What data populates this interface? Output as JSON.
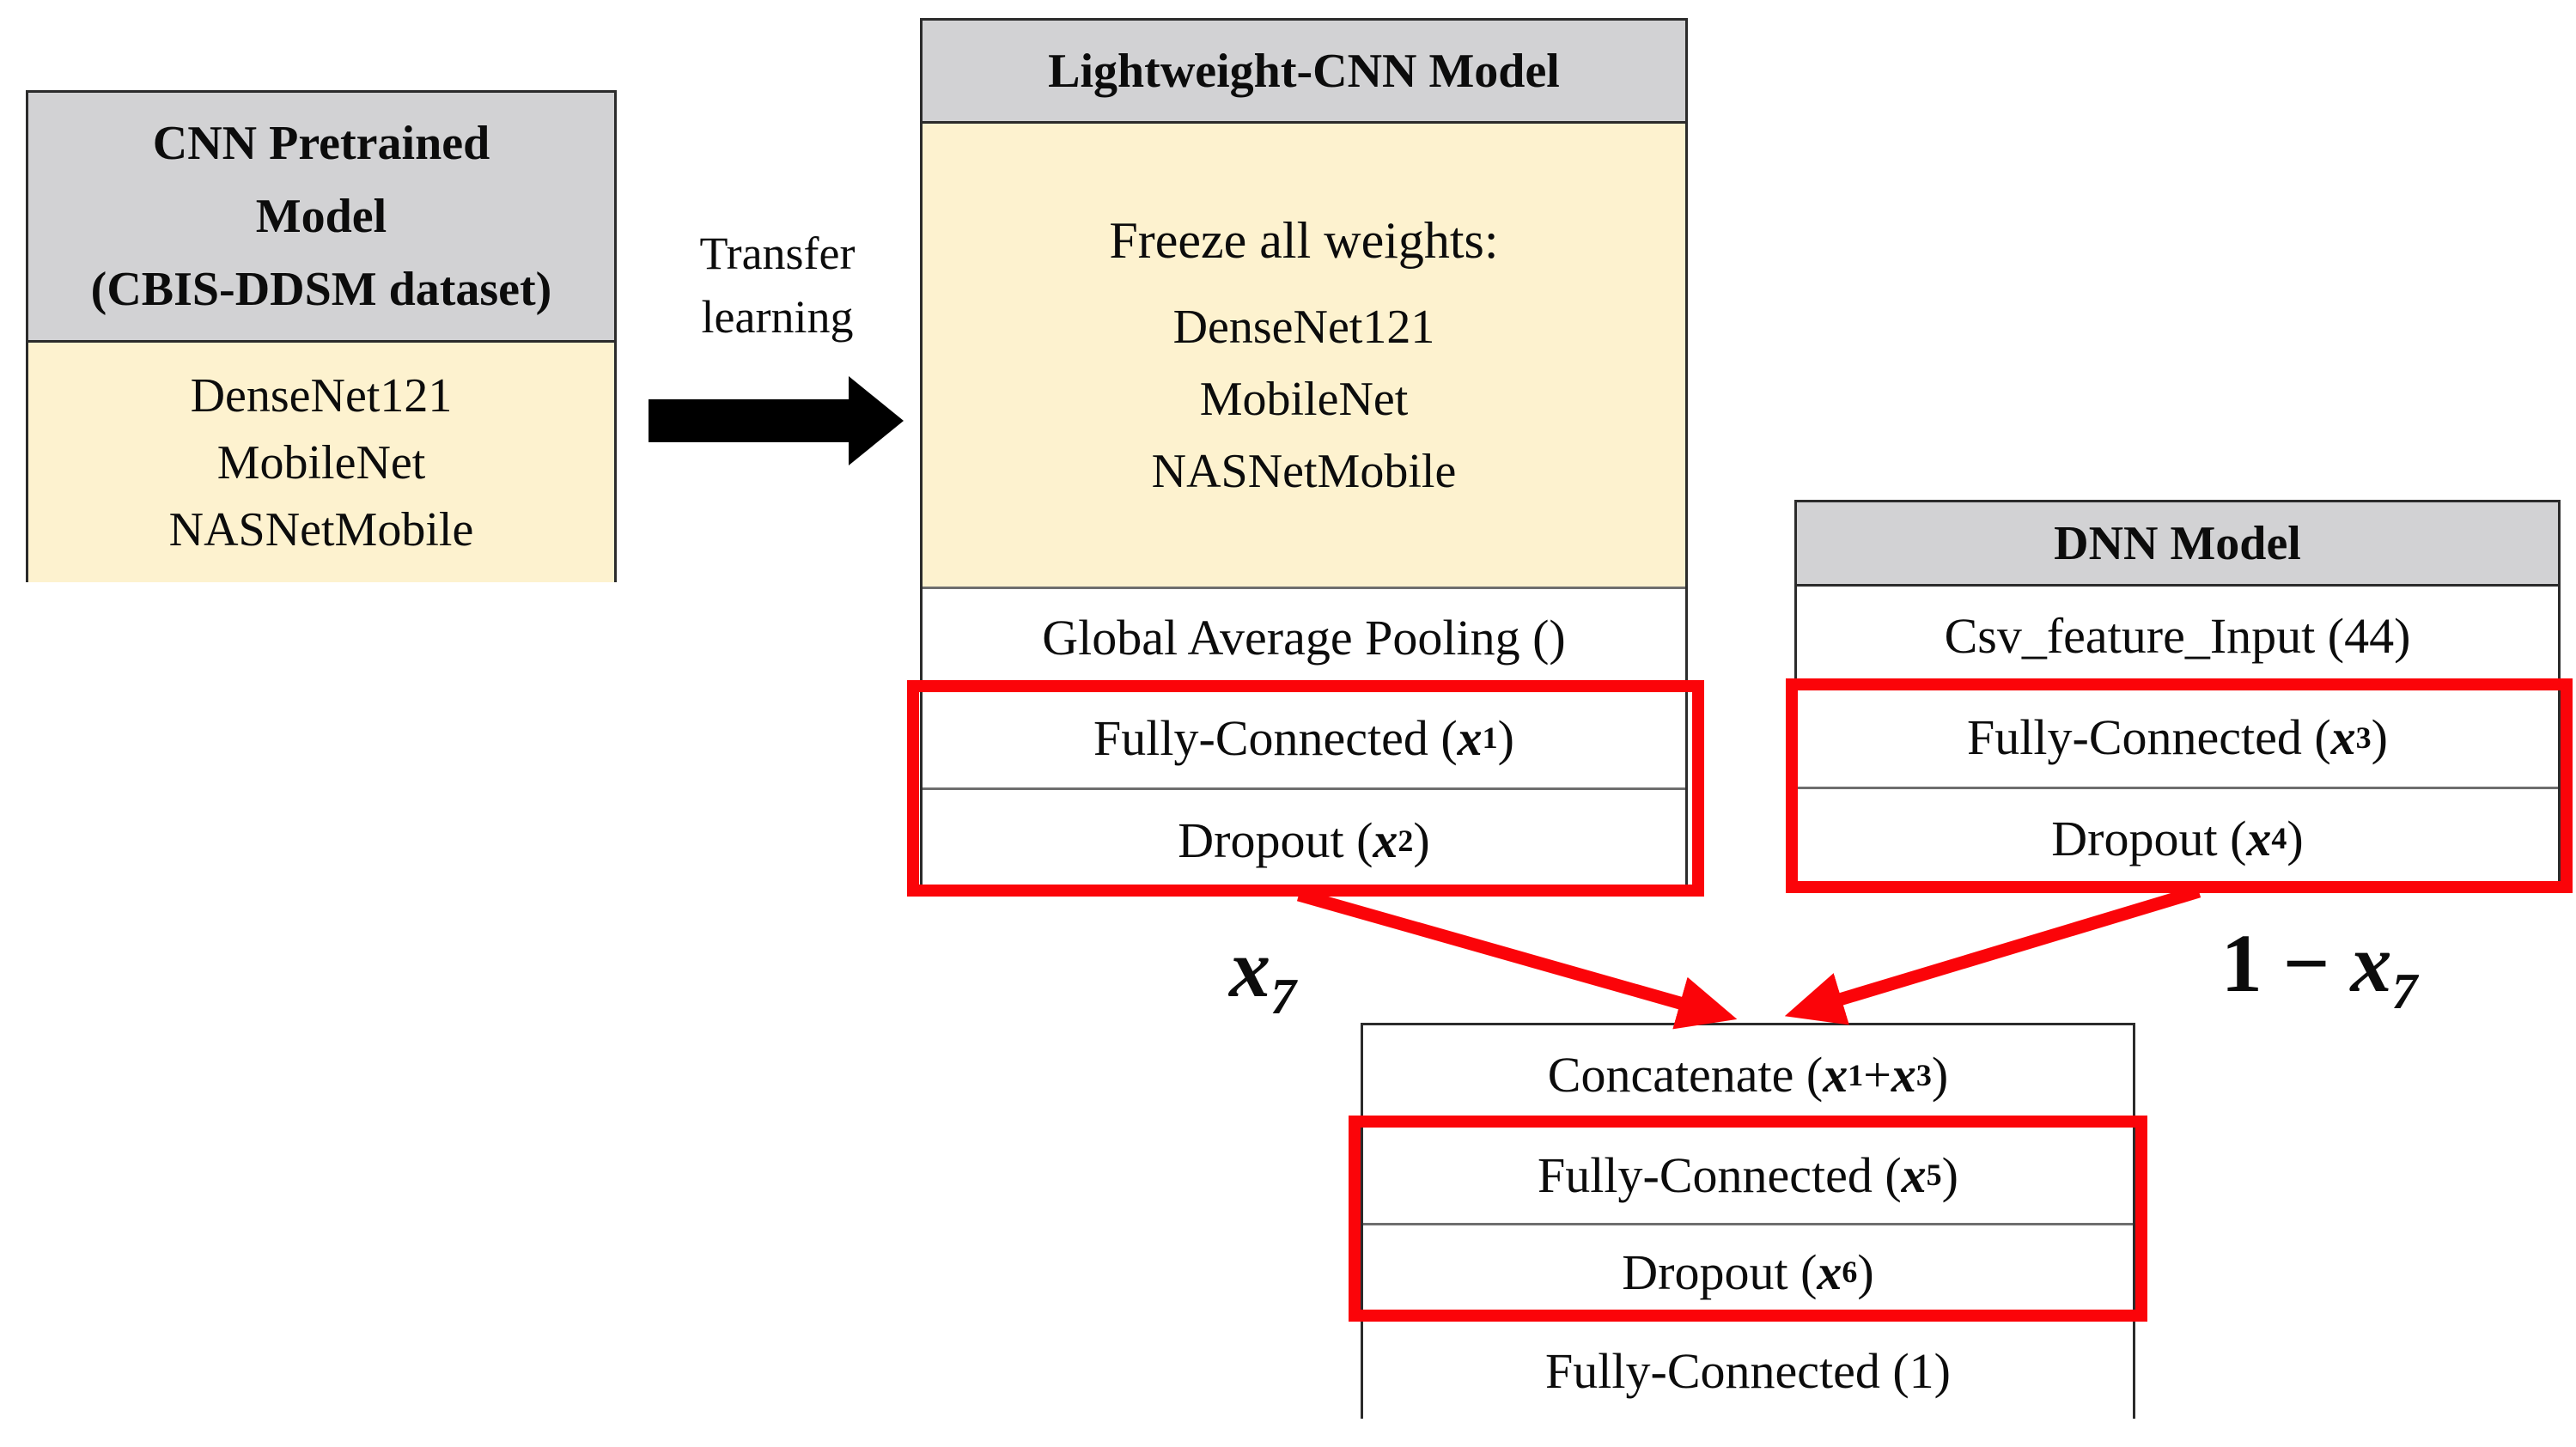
{
  "colors": {
    "header-bg": "#d2d2d4",
    "panel-bg": "#fdf2cf",
    "accent-red": "#fb0409",
    "border-dark": "#2b2b2b",
    "divider": "#6e6e6e",
    "arrow-black": "#000000"
  },
  "pretrained": {
    "title_lines": [
      "CNN Pretrained",
      "Model",
      "(CBIS-DDSM dataset)"
    ],
    "models": [
      "DenseNet121",
      "MobileNet",
      "NASNetMobile"
    ]
  },
  "transfer": {
    "label_lines": [
      "Transfer",
      "learning"
    ],
    "arrow_icon": "right-arrow"
  },
  "lightweight": {
    "title": "Lightweight-CNN Model",
    "freeze_heading": "Freeze all weights:",
    "models": [
      "DenseNet121",
      "MobileNet",
      "NASNetMobile"
    ],
    "gap_row": "Global Average Pooling ()",
    "fc_row": {
      "prefix": "Fully-Connected (",
      "var": "x",
      "sub": "1",
      "suffix": ")"
    },
    "dropout_row": {
      "prefix": "Dropout (",
      "var": "x",
      "sub": "2",
      "suffix": ")"
    }
  },
  "dnn": {
    "title": "DNN Model",
    "input_row": "Csv_feature_Input (44)",
    "fc_row": {
      "prefix": "Fully-Connected (",
      "var": "x",
      "sub": "3",
      "suffix": ")"
    },
    "dropout_row": {
      "prefix": "Dropout (",
      "var": "x",
      "sub": "4",
      "suffix": ")"
    }
  },
  "fusion": {
    "concat_row": {
      "prefix": "Concatenate (",
      "var1": "x",
      "sub1": "1",
      "plus": " + ",
      "var2": "x",
      "sub2": "3",
      "suffix": ")"
    },
    "fc_row": {
      "prefix": "Fully-Connected (",
      "var": "x",
      "sub": "5",
      "suffix": ")"
    },
    "dropout_row": {
      "prefix": "Dropout (",
      "var": "x",
      "sub": "6",
      "suffix": ")"
    },
    "output_row": "Fully-Connected (1)"
  },
  "edge_labels": {
    "cnn_weight": {
      "var": "x",
      "sub": "7"
    },
    "dnn_weight": {
      "prefix": "1 − ",
      "var": "x",
      "sub": "7"
    }
  }
}
